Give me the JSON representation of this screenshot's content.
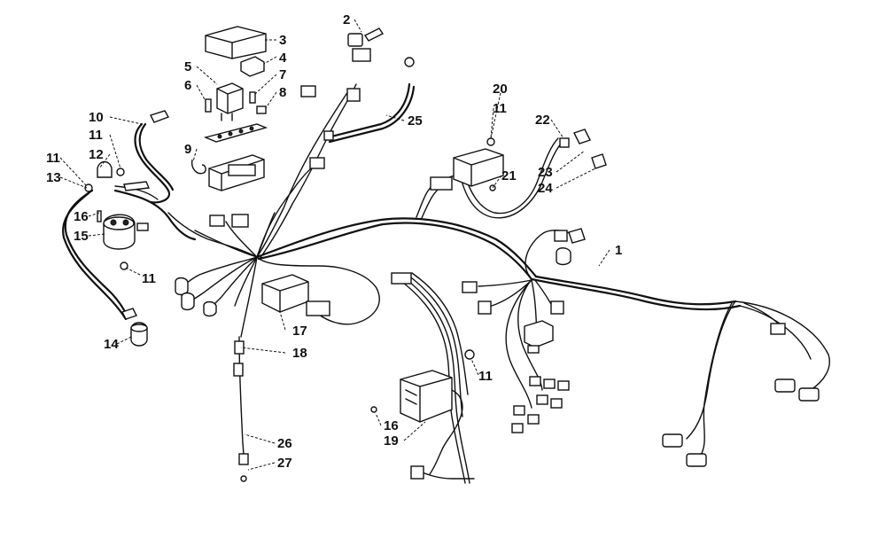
{
  "callouts": [
    {
      "id": "c1",
      "text": "1"
    },
    {
      "id": "c2",
      "text": "2"
    },
    {
      "id": "c3",
      "text": "3"
    },
    {
      "id": "c4",
      "text": "4"
    },
    {
      "id": "c5",
      "text": "5"
    },
    {
      "id": "c6",
      "text": "6"
    },
    {
      "id": "c7",
      "text": "7"
    },
    {
      "id": "c8",
      "text": "8"
    },
    {
      "id": "c9",
      "text": "9"
    },
    {
      "id": "c10",
      "text": "10"
    },
    {
      "id": "c11a",
      "text": "11"
    },
    {
      "id": "c11b",
      "text": "11"
    },
    {
      "id": "c11c",
      "text": "11"
    },
    {
      "id": "c11d",
      "text": "11"
    },
    {
      "id": "c11e",
      "text": "11"
    },
    {
      "id": "c12",
      "text": "12"
    },
    {
      "id": "c13",
      "text": "13"
    },
    {
      "id": "c14",
      "text": "14"
    },
    {
      "id": "c15",
      "text": "15"
    },
    {
      "id": "c16a",
      "text": "16"
    },
    {
      "id": "c16b",
      "text": "16"
    },
    {
      "id": "c17",
      "text": "17"
    },
    {
      "id": "c18",
      "text": "18"
    },
    {
      "id": "c19",
      "text": "19"
    },
    {
      "id": "c20",
      "text": "20"
    },
    {
      "id": "c21",
      "text": "21"
    },
    {
      "id": "c22",
      "text": "22"
    },
    {
      "id": "c23",
      "text": "23"
    },
    {
      "id": "c24",
      "text": "24"
    },
    {
      "id": "c25",
      "text": "25"
    },
    {
      "id": "c26",
      "text": "26"
    },
    {
      "id": "c27",
      "text": "27"
    }
  ]
}
